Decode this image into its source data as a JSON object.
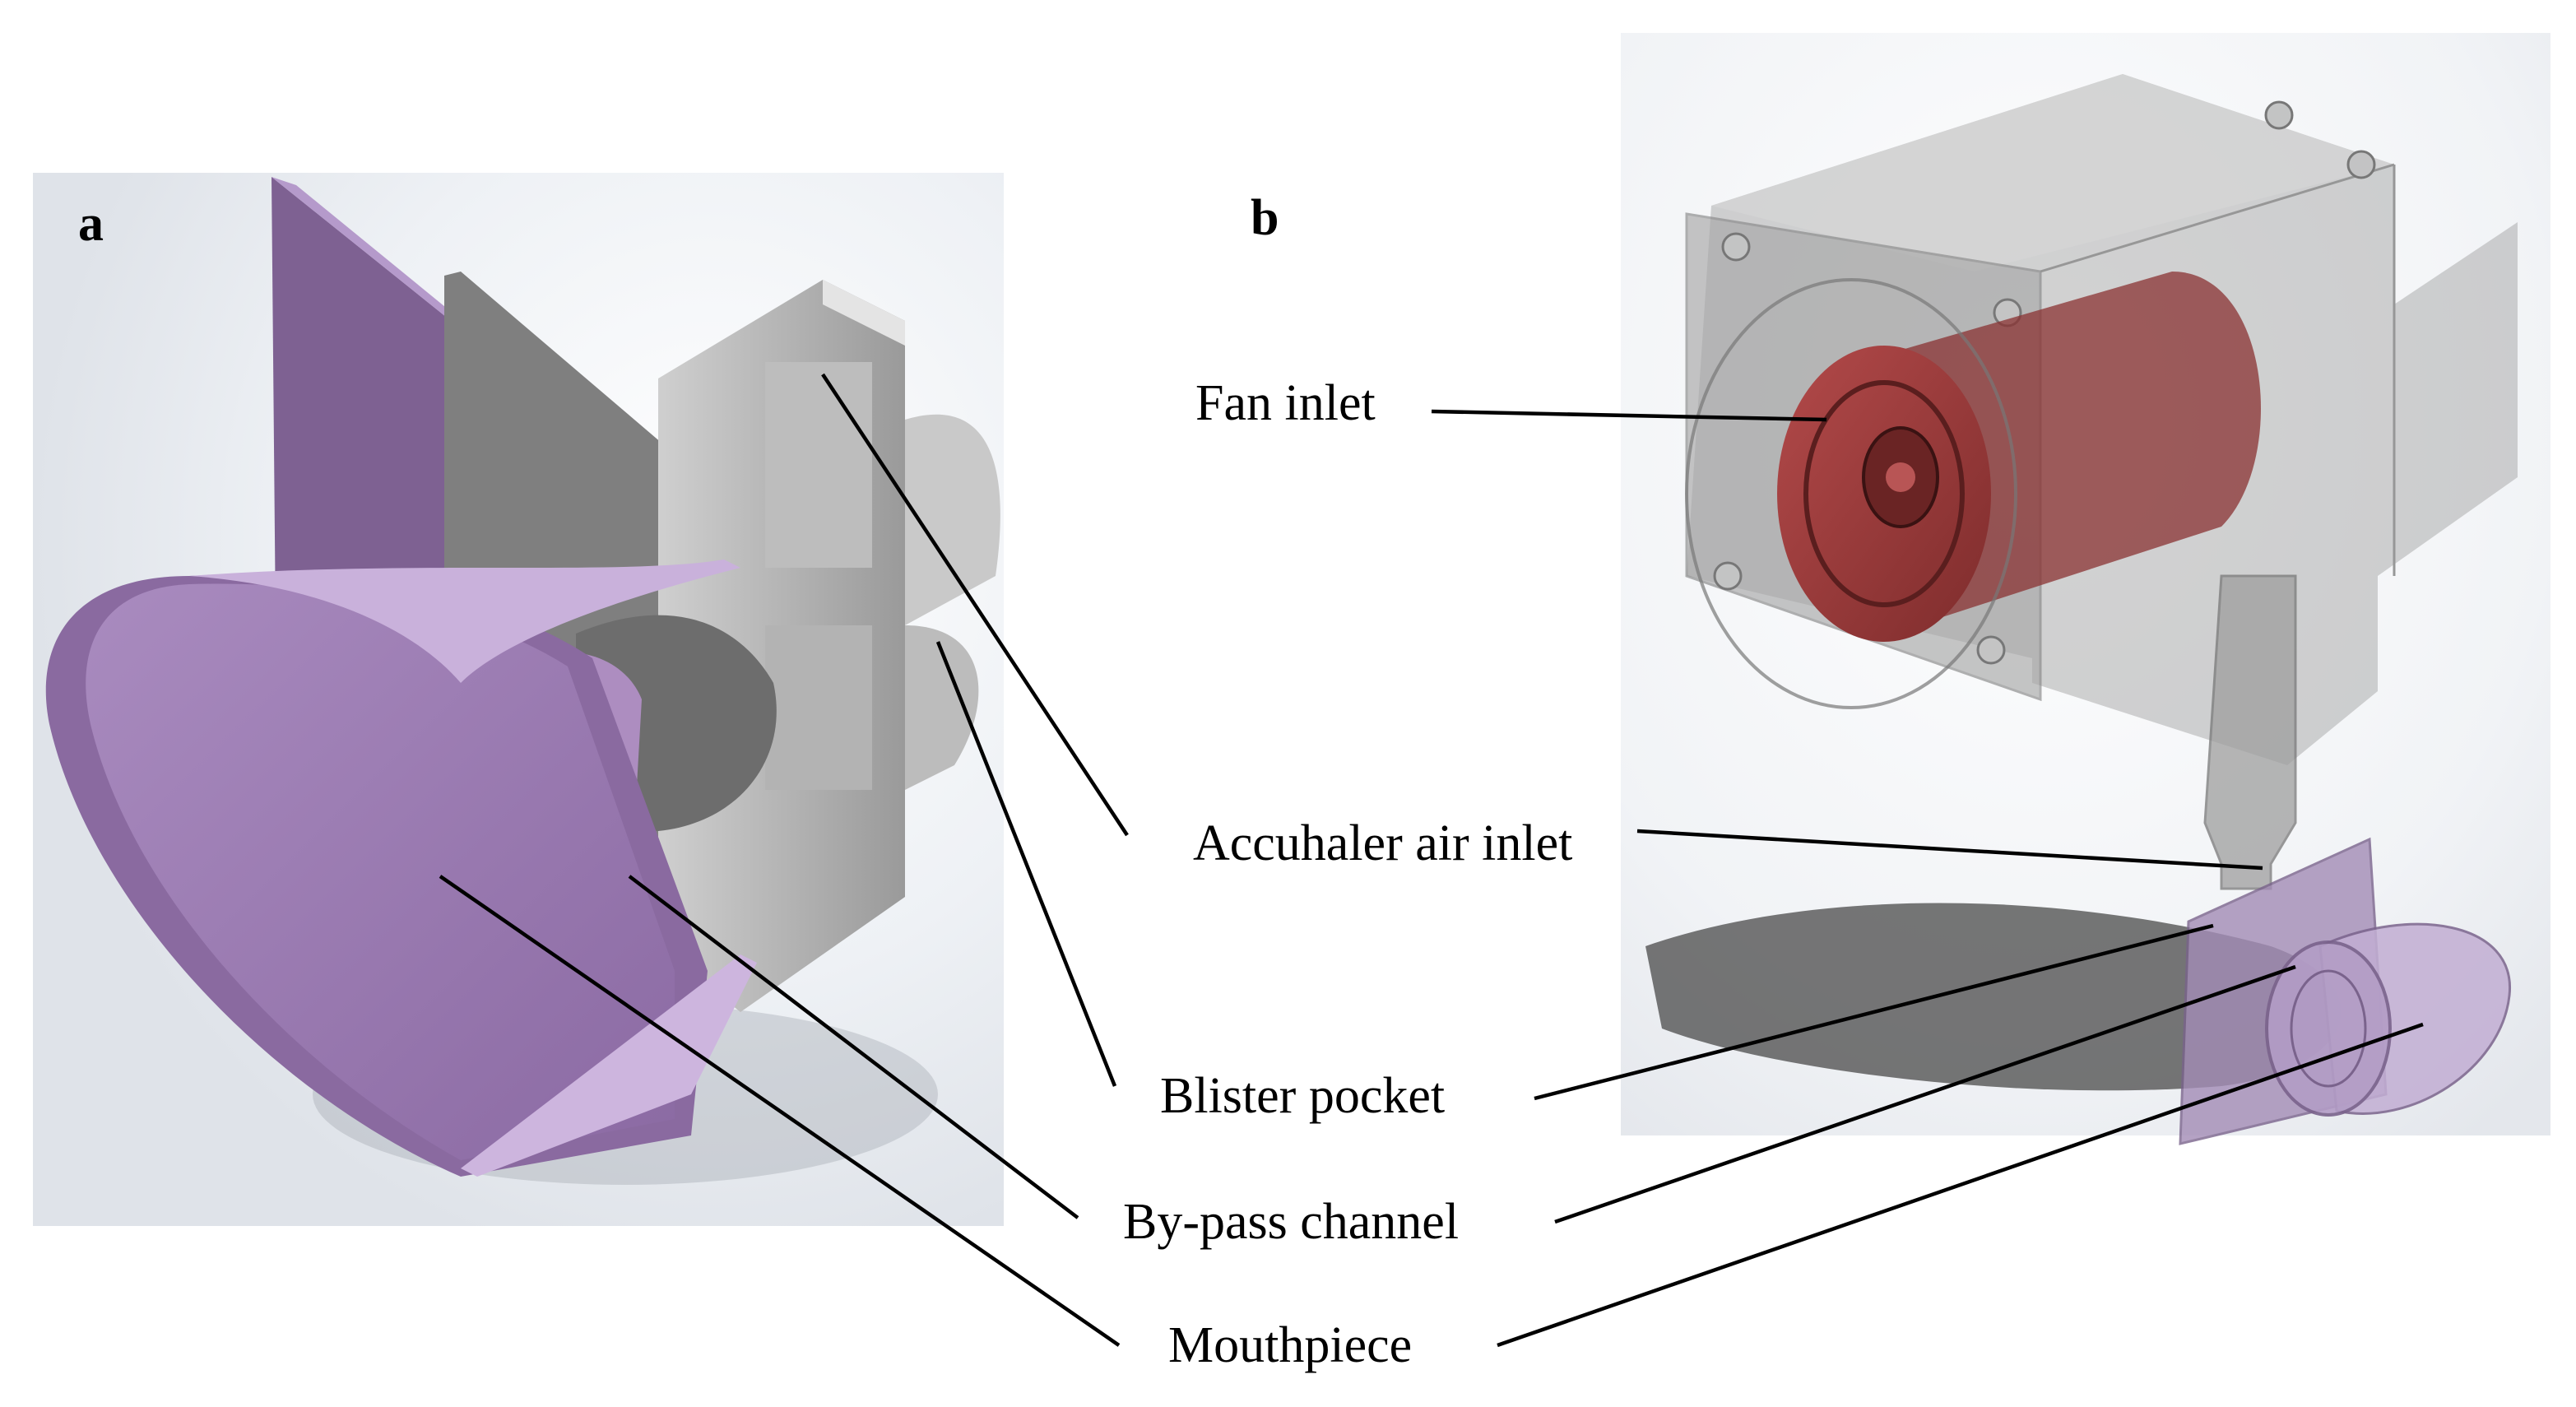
{
  "panels": {
    "a": {
      "letter": "a"
    },
    "b": {
      "letter": "b"
    }
  },
  "labels": {
    "fan_inlet": "Fan inlet",
    "accuhaler_air_inlet": "Accuhaler air inlet",
    "blister_pocket": "Blister pocket",
    "bypass_channel": "By-pass channel",
    "mouthpiece": "Mouthpiece"
  },
  "colors": {
    "mouthpiece_purple": "#9b78b0",
    "housing_grey": "#a9a9a9",
    "fan_red": "#9a3a3a",
    "leader_line": "#000000"
  }
}
